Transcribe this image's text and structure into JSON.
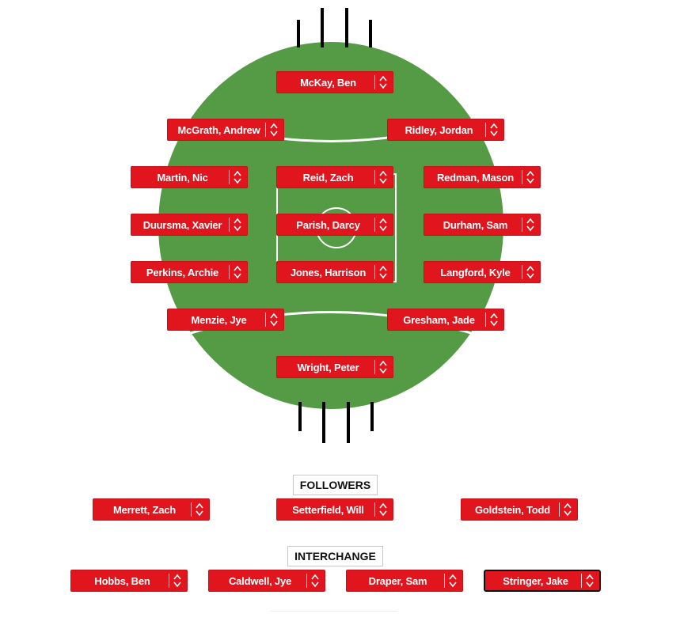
{
  "colors": {
    "field": "#559a44",
    "button": "#e0151d",
    "selected_border": "#111111"
  },
  "icons": {
    "dropdown": "chevron-up-down-icon",
    "goal_post": "goal-post"
  },
  "field_positions": [
    {
      "id": "fb",
      "name": "McKay, Ben"
    },
    {
      "id": "hbfl",
      "name": "McGrath, Andrew"
    },
    {
      "id": "hbfr",
      "name": "Ridley, Jordan"
    },
    {
      "id": "bl",
      "name": "Martin, Nic"
    },
    {
      "id": "chb",
      "name": "Reid, Zach"
    },
    {
      "id": "br",
      "name": "Redman, Mason"
    },
    {
      "id": "wl",
      "name": "Duursma, Xavier"
    },
    {
      "id": "c",
      "name": "Parish, Darcy"
    },
    {
      "id": "wr",
      "name": "Durham, Sam"
    },
    {
      "id": "hfl",
      "name": "Perkins, Archie"
    },
    {
      "id": "chf",
      "name": "Jones, Harrison"
    },
    {
      "id": "hfr",
      "name": "Langford, Kyle"
    },
    {
      "id": "fpl",
      "name": "Menzie, Jye"
    },
    {
      "id": "fpr",
      "name": "Gresham, Jade"
    },
    {
      "id": "ff",
      "name": "Wright, Peter"
    }
  ],
  "followers": {
    "label": "FOLLOWERS",
    "players": [
      {
        "name": "Merrett, Zach"
      },
      {
        "name": "Setterfield, Will"
      },
      {
        "name": "Goldstein, Todd"
      }
    ]
  },
  "interchange": {
    "label": "INTERCHANGE",
    "players": [
      {
        "name": "Hobbs, Ben",
        "selected": false
      },
      {
        "name": "Caldwell, Jye",
        "selected": false
      },
      {
        "name": "Draper, Sam",
        "selected": false
      },
      {
        "name": "Stringer, Jake",
        "selected": true
      }
    ]
  }
}
